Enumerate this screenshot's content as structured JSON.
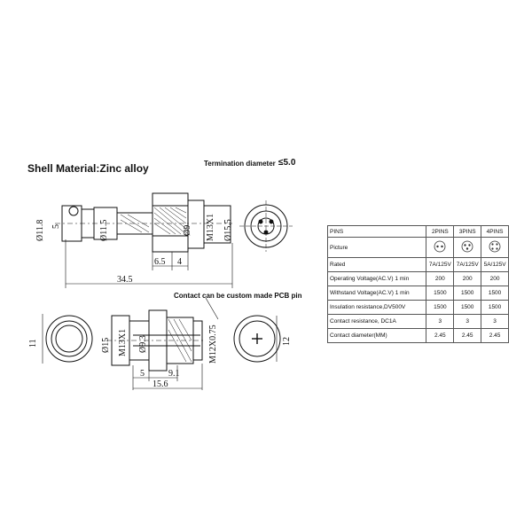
{
  "titles": {
    "shell_material": "Shell Material:Zinc alloy",
    "termination_label": "Termination diameter",
    "termination_value": "≤5.0",
    "pcb_note": "Contact can be custom made PCB pin"
  },
  "dimensions": {
    "top_d11_8": "Ø11.8",
    "top_5": "5",
    "top_d11_5": "Ø11.5",
    "top_d9": "Ø9",
    "top_m13x1": "M13X1",
    "top_d15_5": "Ø15.5",
    "top_6_5": "6.5",
    "top_4": "4",
    "top_34_5": "34.5",
    "bot_11": "11",
    "bot_d15": "Ø15",
    "bot_m13x1": "M13X1",
    "bot_d9_3": "Ø9.3",
    "bot_m12x0_75": "M12X0.75",
    "bot_5": "5",
    "bot_9_1": "9.1",
    "bot_15_6": "15.6",
    "bot_12": "12"
  },
  "table": {
    "header": {
      "label": "PINS",
      "cols": [
        "2PINS",
        "3PINS",
        "4PINS"
      ]
    },
    "picture_label": "Picture",
    "pin_counts": [
      2,
      3,
      4
    ],
    "rows": [
      {
        "label": "Rated",
        "values": [
          "7A/125V",
          "7A/125V",
          "5A/125V"
        ]
      },
      {
        "label": "Operating Voltage(AC.V) 1 min",
        "values": [
          "200",
          "200",
          "200"
        ]
      },
      {
        "label": "Withstand Voltage(AC.V) 1 min",
        "values": [
          "1500",
          "1500",
          "1500"
        ]
      },
      {
        "label": "Insulation resistance,DV500V",
        "values": [
          "1500",
          "1500",
          "1500"
        ]
      },
      {
        "label": "Contact resistance, DC1A",
        "values": [
          "3",
          "3",
          "3"
        ]
      },
      {
        "label": "Contact diameter(MM)",
        "values": [
          "2.45",
          "2.45",
          "2.45"
        ]
      }
    ]
  }
}
